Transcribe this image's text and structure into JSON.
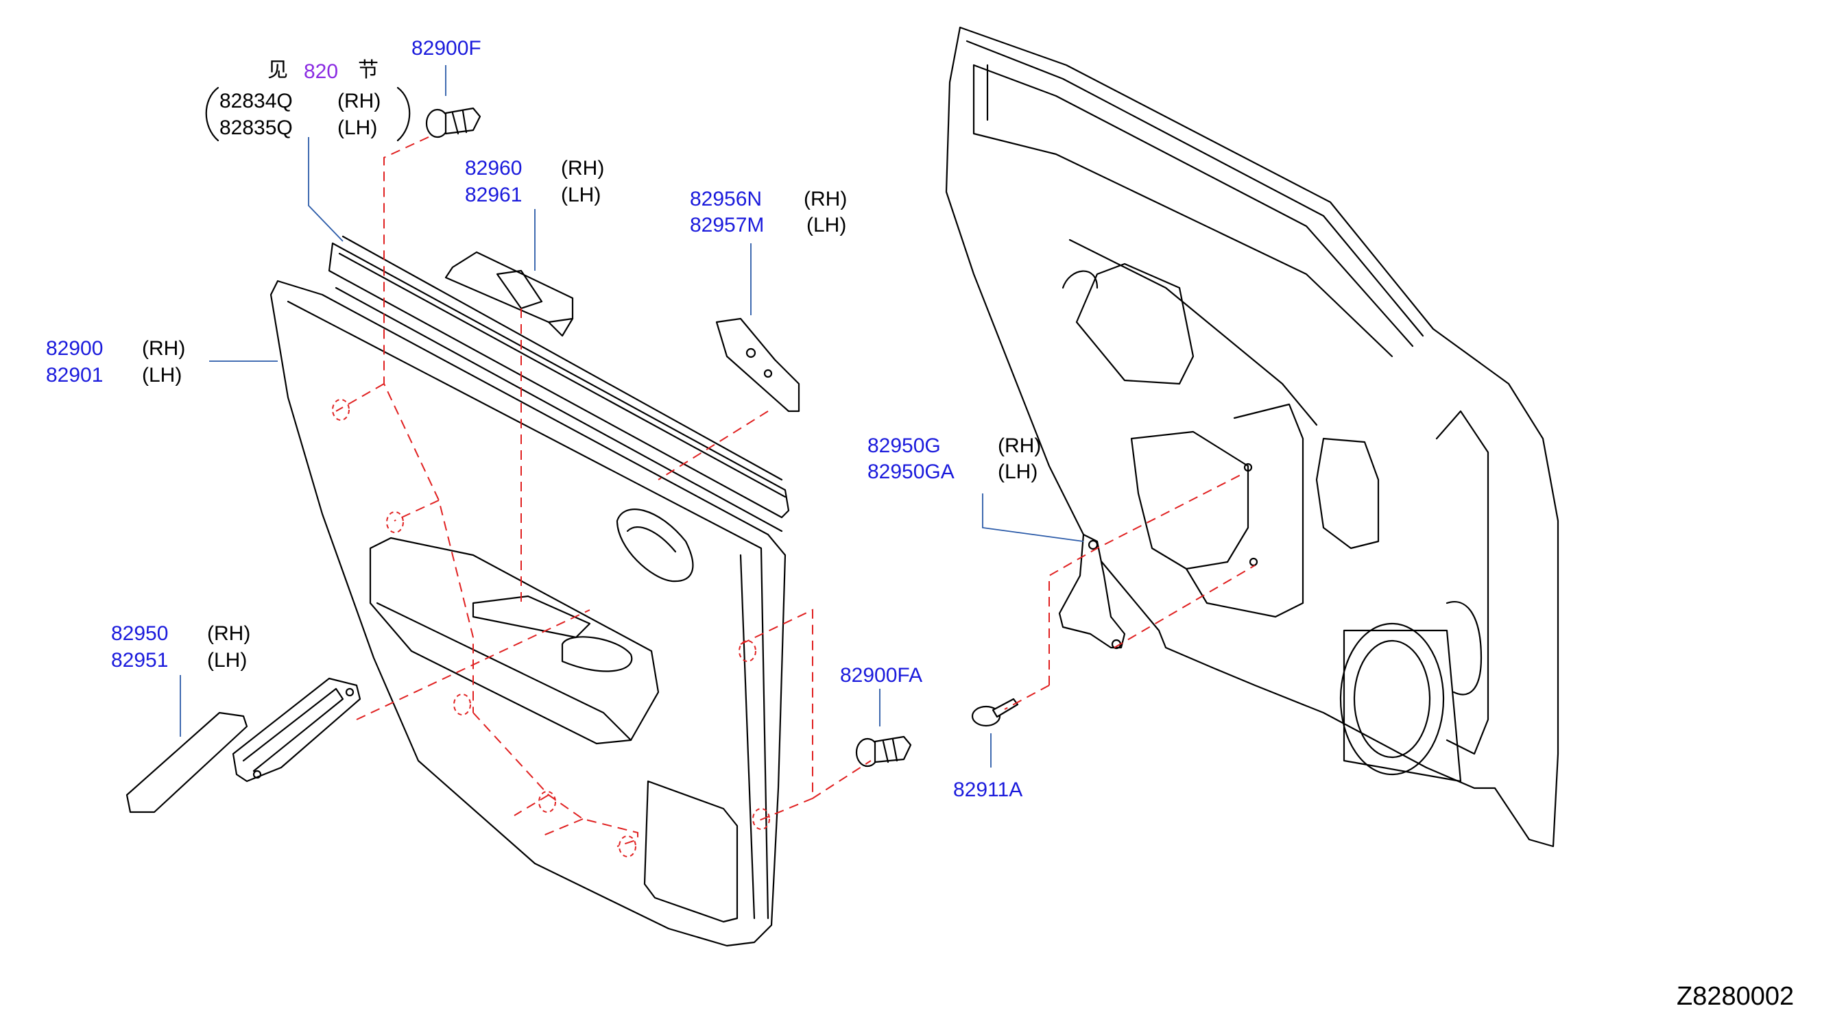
{
  "diagram_code": "Z8280002",
  "section_ref": {
    "prefix_cjk": "见",
    "section_number": "820",
    "suffix_cjk": "节"
  },
  "callouts": [
    {
      "id": "finisher-trim",
      "lines": [
        {
          "pn": "82834Q",
          "side": "(RH)"
        },
        {
          "pn": "82835Q",
          "side": "(LH)"
        }
      ]
    },
    {
      "id": "clip-top",
      "lines": [
        {
          "pn": "82900F",
          "side": ""
        }
      ]
    },
    {
      "id": "switch-finisher",
      "lines": [
        {
          "pn": "82960",
          "side": "(RH)"
        },
        {
          "pn": "82961",
          "side": "(LH)"
        }
      ]
    },
    {
      "id": "upper-bracket",
      "lines": [
        {
          "pn": "82956N",
          "side": "(RH)"
        },
        {
          "pn": "82957M",
          "side": "(LH)"
        }
      ]
    },
    {
      "id": "door-finisher",
      "lines": [
        {
          "pn": "82900",
          "side": "(RH)"
        },
        {
          "pn": "82901",
          "side": "(LH)"
        }
      ]
    },
    {
      "id": "pull-handle-bracket",
      "lines": [
        {
          "pn": "82950G",
          "side": "(RH)"
        },
        {
          "pn": "82950GA",
          "side": "(LH)"
        }
      ]
    },
    {
      "id": "pull-handle",
      "lines": [
        {
          "pn": "82950",
          "side": "(RH)"
        },
        {
          "pn": "82951",
          "side": "(LH)"
        }
      ]
    },
    {
      "id": "clip-lower",
      "lines": [
        {
          "pn": "82900FA",
          "side": ""
        }
      ]
    },
    {
      "id": "screw",
      "lines": [
        {
          "pn": "82911A",
          "side": ""
        }
      ]
    }
  ],
  "colors": {
    "part_number": "#1a1adc",
    "section_number": "#8a2be2",
    "leader_line": "#2a5aa8",
    "assembly_dash": "#e02020",
    "outline": "#000000"
  }
}
